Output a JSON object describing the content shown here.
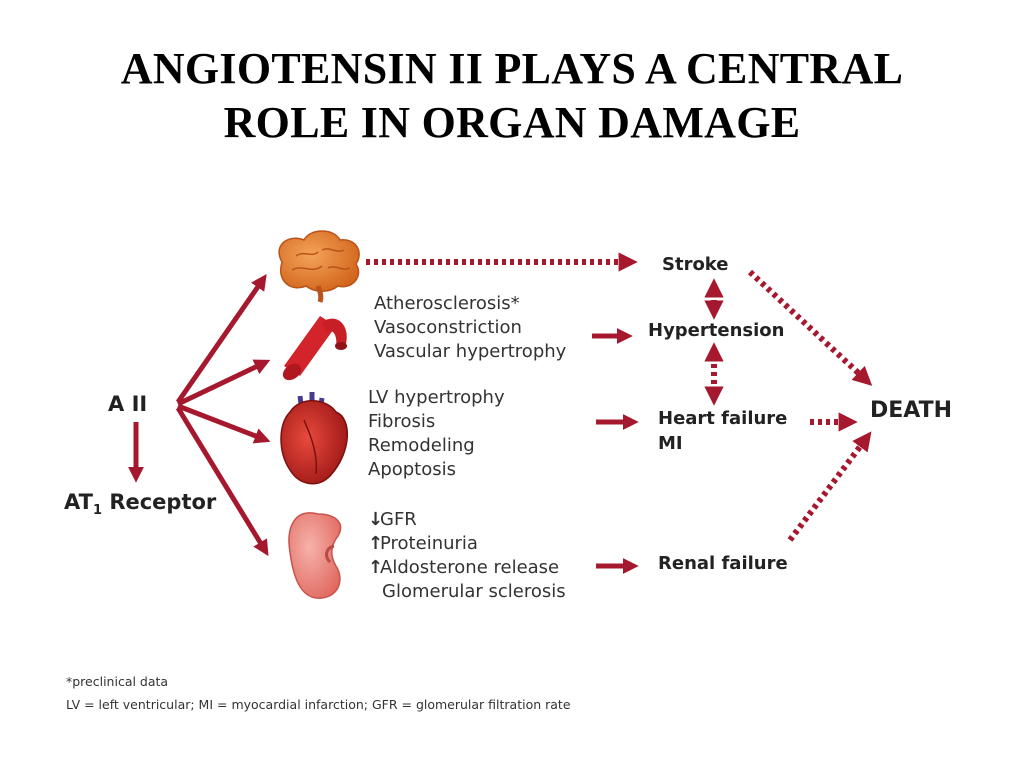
{
  "title": {
    "line1": "ANGIOTENSIN II PLAYS A CENTRAL",
    "line2": "ROLE IN ORGAN DAMAGE"
  },
  "left": {
    "a2": "A II",
    "at1": "AT",
    "at1_sub": "1",
    "receptor": "Receptor"
  },
  "organs": {
    "brain": "brain-icon",
    "vessel": "blood-vessel-icon",
    "heart": "heart-icon",
    "kidney": "kidney-icon"
  },
  "effects": {
    "vessel": [
      "Atherosclerosis*",
      "Vasoconstriction",
      "Vascular hypertrophy"
    ],
    "heart": [
      "LV hypertrophy",
      "Fibrosis",
      "Remodeling",
      "Apoptosis"
    ],
    "kidney": {
      "gfr_arrow": "↓",
      "gfr": "GFR",
      "prot_arrow": "↑",
      "proteinuria": "Proteinuria",
      "aldo_arrow": "↑",
      "aldosterone": "Aldosterone release",
      "glomerular": "Glomerular sclerosis"
    }
  },
  "outcomes": {
    "stroke": "Stroke",
    "hypertension": "Hypertension",
    "heart_failure": "Heart failure",
    "mi": "MI",
    "renal_failure": "Renal failure",
    "death": "DEATH"
  },
  "footnotes": {
    "preclinical": "*preclinical data",
    "abbrev": "LV = left ventricular; MI = myocardial infarction; GFR = glomerular filtration rate"
  },
  "colors": {
    "arrow": "#a5182e",
    "brain": "#e0782a",
    "organ_red": "#d2242a"
  }
}
